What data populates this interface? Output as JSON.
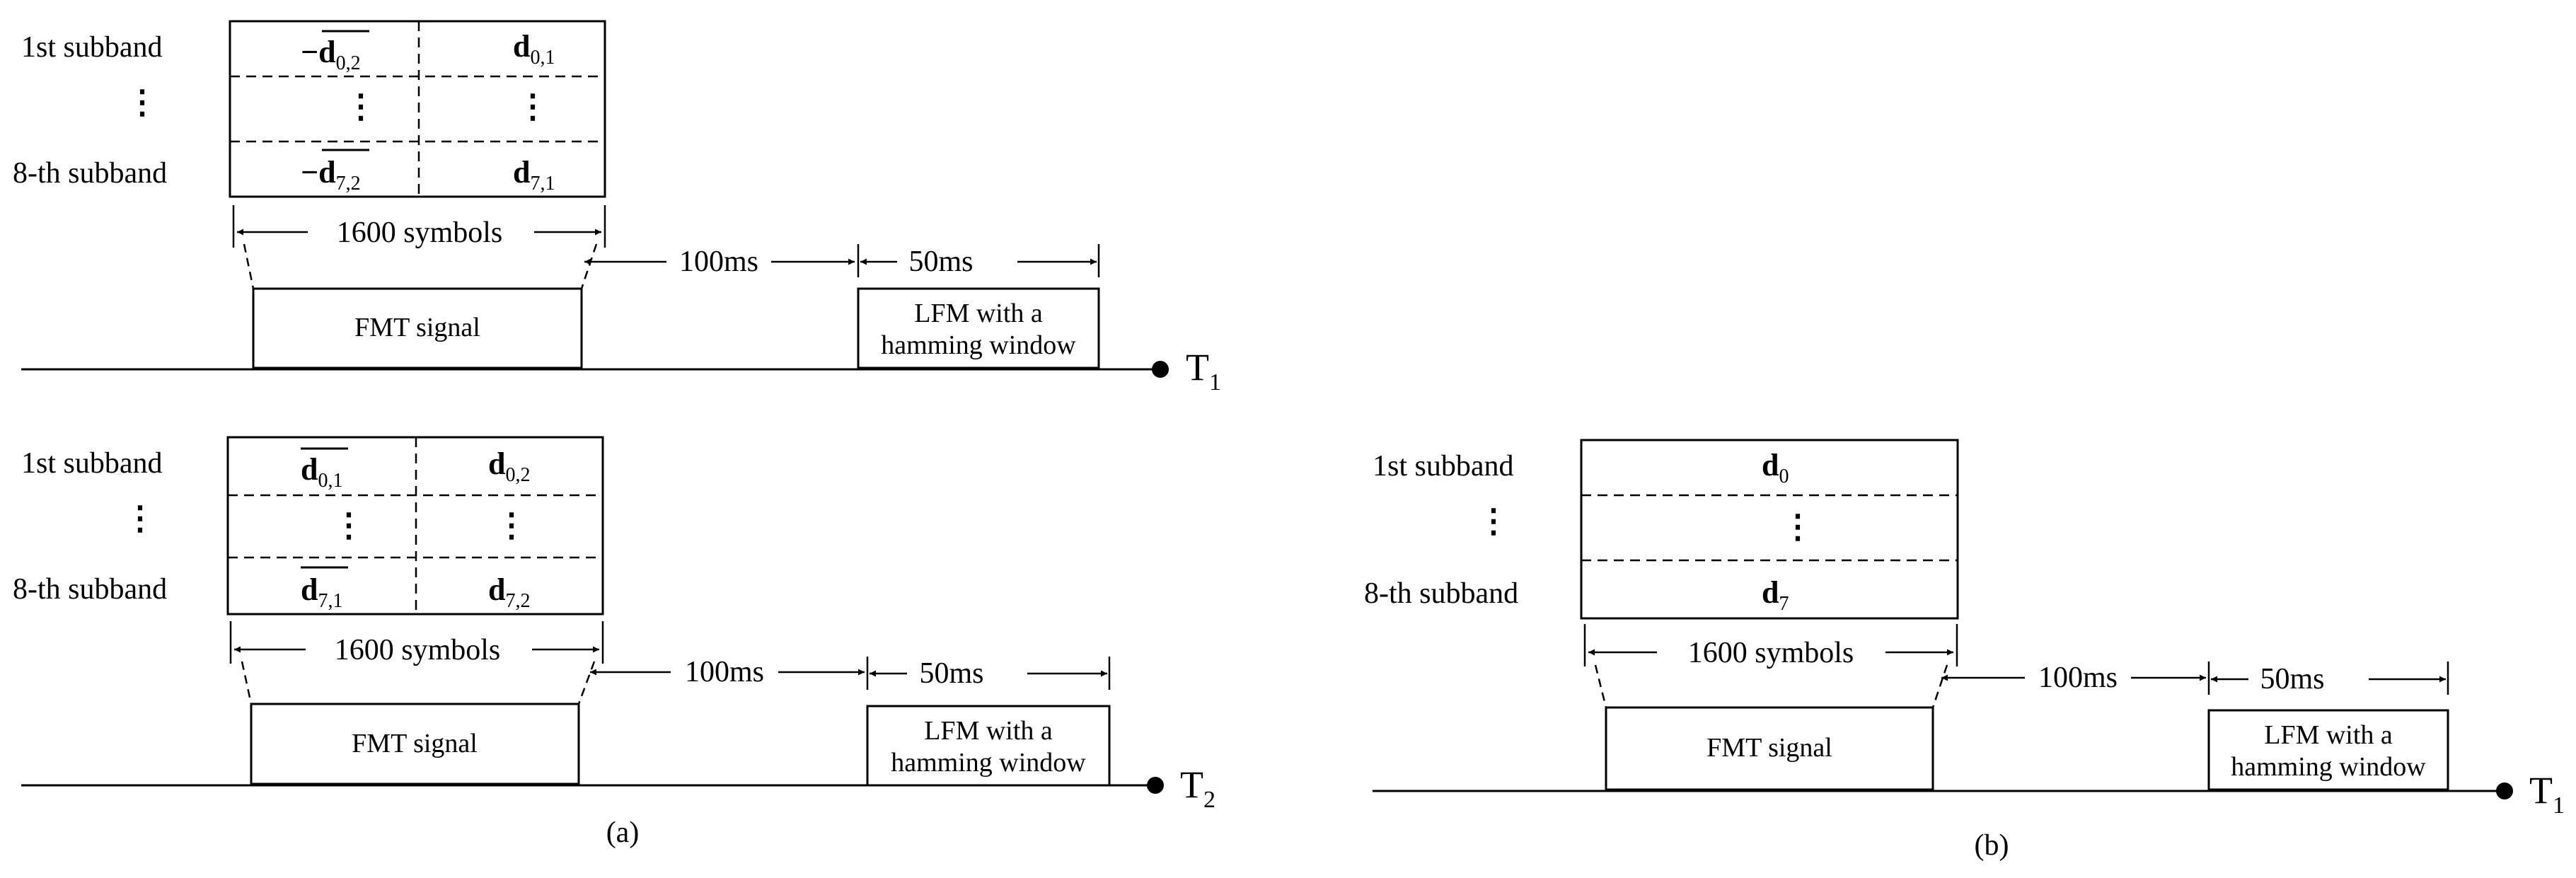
{
  "diagrams": {
    "a_top": {
      "row_labels": {
        "first": "1st subband",
        "dots": "⋮",
        "last": "8-th subband"
      },
      "cells": {
        "r0c0": {
          "prefix": "−",
          "main": "d",
          "sub": "0,2",
          "overbar": true
        },
        "r0c1": {
          "prefix": "",
          "main": "d",
          "sub": "0,1",
          "overbar": false
        },
        "r1c0": "⋮",
        "r1c1": "⋮",
        "r2c0": {
          "prefix": "−",
          "main": "d",
          "sub": "7,2",
          "overbar": true
        },
        "r2c1": {
          "prefix": "",
          "main": "d",
          "sub": "7,1",
          "overbar": false
        }
      },
      "symbols_label": "1600 symbols",
      "gap_label": "100ms",
      "lfm_duration_label": "50ms",
      "fmt_box_label": "FMT  signal",
      "lfm_box_line1": "LFM with a",
      "lfm_box_line2": "hamming window",
      "terminal": {
        "main": "T",
        "sub": "1"
      }
    },
    "a_bottom": {
      "row_labels": {
        "first": "1st subband",
        "dots": "⋮",
        "last": "8-th subband"
      },
      "cells": {
        "r0c0": {
          "prefix": "",
          "main": "d",
          "sub": "0,1",
          "overbar": true
        },
        "r0c1": {
          "prefix": "",
          "main": "d",
          "sub": "0,2",
          "overbar": false
        },
        "r1c0": "⋮",
        "r1c1": "⋮",
        "r2c0": {
          "prefix": "",
          "main": "d",
          "sub": "7,1",
          "overbar": true
        },
        "r2c1": {
          "prefix": "",
          "main": "d",
          "sub": "7,2",
          "overbar": false
        }
      },
      "symbols_label": "1600 symbols",
      "gap_label": "100ms",
      "lfm_duration_label": "50ms",
      "fmt_box_label": "FMT  signal",
      "lfm_box_line1": "LFM with a",
      "lfm_box_line2": "hamming window",
      "terminal": {
        "main": "T",
        "sub": "2"
      }
    },
    "b": {
      "row_labels": {
        "first": "1st subband",
        "dots": "⋮",
        "last": "8-th subband"
      },
      "cells": {
        "r0": {
          "main": "d",
          "sub": "0"
        },
        "r1": "⋮",
        "r2": {
          "main": "d",
          "sub": "7"
        }
      },
      "symbols_label": "1600 symbols",
      "gap_label": "100ms",
      "lfm_duration_label": "50ms",
      "fmt_box_label": "FMT signal",
      "lfm_box_line1": "LFM with a",
      "lfm_box_line2": "hamming window",
      "terminal": {
        "main": "T",
        "sub": "1"
      }
    }
  },
  "captions": {
    "a": "(a)",
    "b": "(b)"
  }
}
